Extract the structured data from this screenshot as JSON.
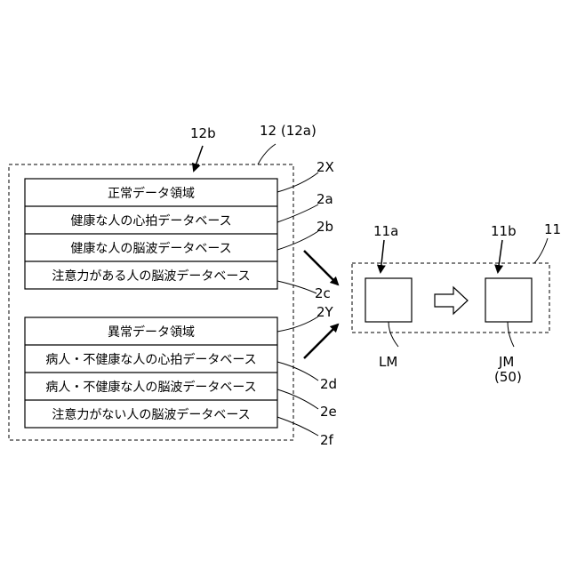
{
  "diagram": {
    "database_box": {
      "ref": "12b",
      "outer_ref": "12 (12a)"
    },
    "normal_area": {
      "ref": "2X",
      "rows": [
        {
          "text": "正常データ領域",
          "ref": ""
        },
        {
          "text": "健康な人の心拍データベース",
          "ref": "2a"
        },
        {
          "text": "健康な人の脳波データベース",
          "ref": "2b"
        },
        {
          "text": "注意力がある人の脳波データベース",
          "ref": "2c"
        }
      ]
    },
    "abnormal_area": {
      "ref": "2Y",
      "rows": [
        {
          "text": "異常データ領域",
          "ref": ""
        },
        {
          "text": "病人・不健康な人の心拍データベース",
          "ref": "2d"
        },
        {
          "text": "病人・不健康な人の脳波データベース",
          "ref": "2e"
        },
        {
          "text": "注意力がない人の脳波データベース",
          "ref": "2f"
        }
      ]
    },
    "model_box": {
      "ref": "11",
      "left": {
        "ref": "11a",
        "name": "LM"
      },
      "right": {
        "ref": "11b",
        "name": "JM",
        "sub": "(50)"
      }
    }
  }
}
